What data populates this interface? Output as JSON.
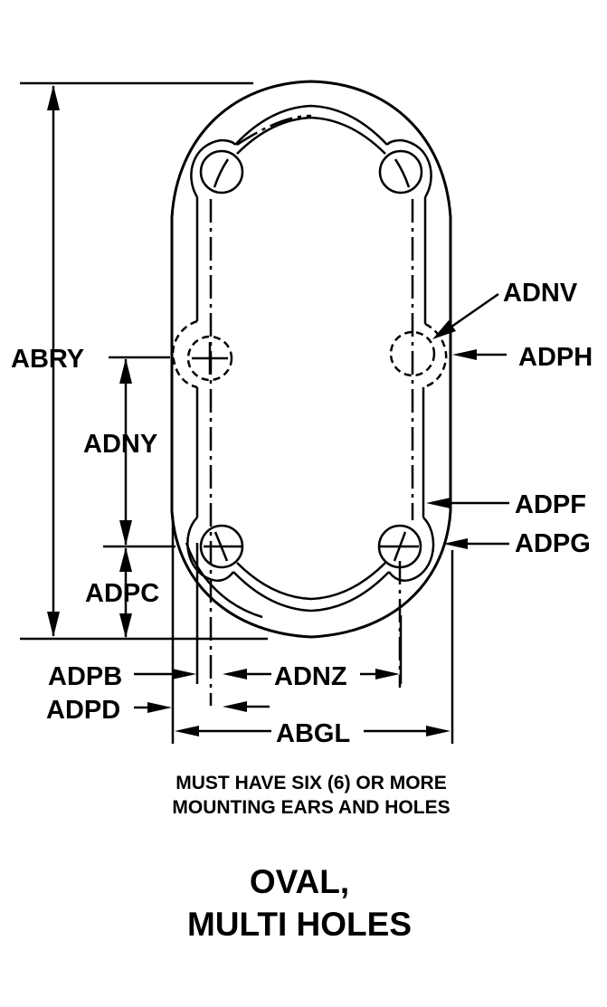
{
  "diagram": {
    "type": "engineering dimension drawing",
    "line_color": "#000000",
    "background": "#ffffff",
    "labels": {
      "abry": "ABRY",
      "adny": "ADNY",
      "adpc": "ADPC",
      "adnv": "ADNV",
      "adph": "ADPH",
      "adpf": "ADPF",
      "adpg": "ADPG",
      "adpb": "ADPB",
      "adpd": "ADPD",
      "adnz": "ADNZ",
      "abgl": "ABGL"
    },
    "note_lines": [
      "MUST HAVE SIX (6) OR MORE",
      "MOUNTING EARS AND HOLES"
    ],
    "title_lines": [
      "OVAL,",
      "MULTI HOLES"
    ]
  }
}
